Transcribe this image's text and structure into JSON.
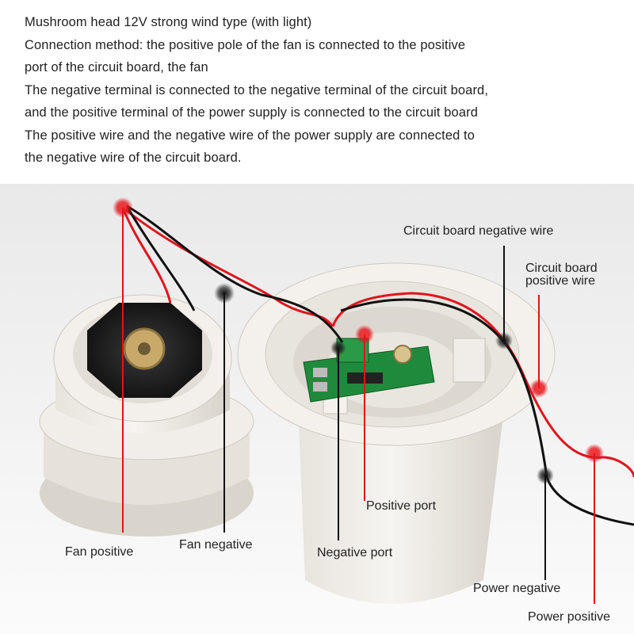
{
  "description": {
    "lines": [
      "Mushroom head 12V strong wind type (with light)",
      "Connection method: the positive pole of the fan is connected to the positive",
      "port of the circuit board, the fan",
      "The negative terminal is connected to the negative terminal of the circuit board,",
      "and the positive terminal of the power supply is connected to the circuit board",
      "The positive wire and the negative wire of the power supply are connected to",
      "the negative wire of the circuit board."
    ]
  },
  "labels": {
    "circuit_board_negative_wire": "Circuit board negative wire",
    "circuit_board_positive_wire_line1": "Circuit board",
    "circuit_board_positive_wire_line2": "positive wire",
    "positive_port": "Positive port",
    "negative_port": "Negative port",
    "fan_positive": "Fan positive",
    "fan_negative": "Fan negative",
    "power_negative": "Power negative",
    "power_positive": "Power positive"
  },
  "colors": {
    "positive": "#e0141c",
    "negative": "#111111",
    "housing": "#ece8e2",
    "pcb": "#1f8a3c"
  }
}
